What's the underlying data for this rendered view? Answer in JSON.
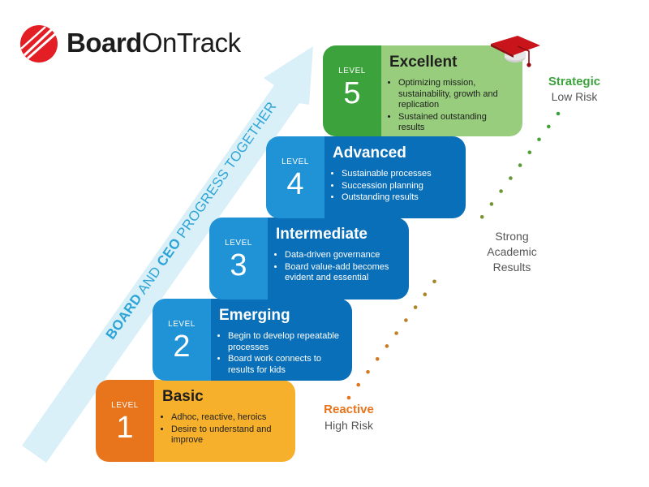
{
  "brand": {
    "name_bold": "Board",
    "name_light": "OnTrack",
    "colors": {
      "mark": "#e31e24",
      "text": "#1c1c1c"
    },
    "icon": "boardontrack-logo-mark"
  },
  "arrow": {
    "word1": "BOARD",
    "word2": " AND ",
    "word3": "CEO",
    "word4": " PROGRESS TOGETHER",
    "color": "#2ea4d6",
    "fill": "#d9f0f9"
  },
  "levels": [
    {
      "level_label": "LEVEL",
      "number": "1",
      "title": "Basic",
      "bullets": [
        "Adhoc, reactive, heroics",
        "Desire to understand and improve"
      ],
      "colors": {
        "tab": "#e8741c",
        "body": "#f7b02c"
      }
    },
    {
      "level_label": "LEVEL",
      "number": "2",
      "title": "Emerging",
      "bullets": [
        "Begin to develop repeatable processes",
        "Board work connects to results for kids"
      ],
      "colors": {
        "tab": "#1f93d6",
        "body": "#0a6fb9"
      }
    },
    {
      "level_label": "LEVEL",
      "number": "3",
      "title": "Intermediate",
      "bullets": [
        "Data-driven governance",
        "Board value-add becomes evident and essential"
      ],
      "colors": {
        "tab": "#1f93d6",
        "body": "#0a6fb9"
      }
    },
    {
      "level_label": "LEVEL",
      "number": "4",
      "title": "Advanced",
      "bullets": [
        "Sustainable processes",
        "Succession planning",
        "Outstanding results"
      ],
      "colors": {
        "tab": "#1f93d6",
        "body": "#0a6fb9"
      }
    },
    {
      "level_label": "LEVEL",
      "number": "5",
      "title": "Excellent",
      "bullets": [
        "Optimizing mission, sustainability, growth and replication",
        "Sustained outstanding results"
      ],
      "colors": {
        "tab": "#3ca33c",
        "body": "#97cd7c"
      },
      "icon": "graduation-cap-icon"
    }
  ],
  "scale": {
    "top_title": "Strategic",
    "top_subtitle": "Low Risk",
    "middle_lines": [
      "Strong",
      "Academic",
      "Results"
    ],
    "bottom_title": "Reactive",
    "bottom_subtitle": "High Risk",
    "colors": {
      "top": "#3ca33c",
      "bottom": "#e8741c"
    }
  }
}
